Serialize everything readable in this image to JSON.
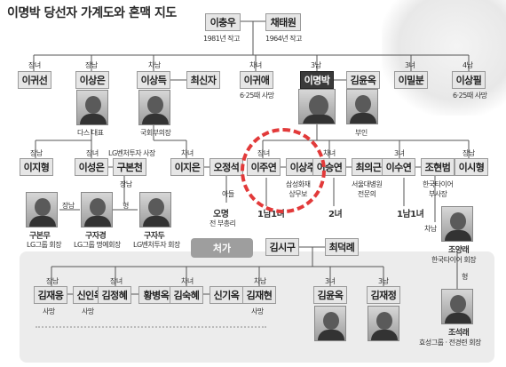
{
  "title": "이명박 당선자 가계도와 혼맥 지도",
  "section_inlaw": "처가",
  "boxes": {
    "father": "이충우",
    "mother": "채태원",
    "lkisun": "이귀선",
    "lsangeun": "이상은",
    "lsangdeuk": "이상득",
    "choisinja": "최신자",
    "lguiae": "이귀애",
    "lmb": "이명박",
    "kimyunok": "김윤옥",
    "lmilbun": "이밀분",
    "lsangpil": "이상필",
    "ljihyung": "이지형",
    "lseongeun": "이성은",
    "koobonchun": "구본천",
    "ljieun": "이지은",
    "ohjungseok": "오정석",
    "ljuyeon": "이주연",
    "lsangju": "이상주",
    "lseungyeon": "이승연",
    "choiwoogeun": "최의근",
    "lsuyeon": "이수연",
    "joheonbeom": "조현범",
    "lsihyung": "이시형",
    "kimsigu": "김시구",
    "choideokrye": "최덕례",
    "kimjaeeung": "김재응",
    "shininok": "신인옥",
    "kimjunghye": "김정혜",
    "hwangbyungok": "황병옥",
    "kimsukhye": "김숙혜",
    "shingiok": "신기옥",
    "kimjaehyun": "김재현",
    "kimyunok2": "김윤옥",
    "kimjaejung": "김재정"
  },
  "labels": {
    "father_year": "1981년 작고",
    "mother_year": "1964년 작고",
    "r_lkisun": "장녀",
    "r_lsangeun": "장남",
    "r_lsangdeuk": "차남",
    "r_lguiae": "차녀",
    "r_lmb": "3남",
    "r_lmilbun": "3녀",
    "r_lsangpil": "4남",
    "n_lsangeun": "다스 대표",
    "n_lsangdeuk": "국회부의장",
    "n_lguiae": "6·25때 사망",
    "n_kimyunok": "부인",
    "n_lsangpil": "6·25때 사망",
    "r_ljihyung": "장남",
    "r_lseongeun": "장녀",
    "n_koobonchun": "LG벤처투자 사장",
    "r_ljieun": "차녀",
    "r_ljuyeon": "장녀",
    "r_lseungyeon": "차녀",
    "r_lsuyeon": "3녀",
    "r_lsihyung": "장남",
    "n_lsangju": "삼성화재\n상무보",
    "n_choiwoogeun": "서울대병원\n전문의",
    "n_joheonbeom": "한국타이어\n부사장",
    "r_jang_son": "장남",
    "r_hyung": "형",
    "r_jangnam2": "장남",
    "r_adeul": "아들",
    "person_koobonmoo": "구본무",
    "n_koobonmoo": "LG그룹 회장",
    "person_koojakyung": "구자경",
    "n_koojakyung": "LG그룹 명예회장",
    "person_koojadu": "구자두",
    "n_koojadu": "LG벤처투자 회장",
    "person_ohmyung": "오명",
    "n_ohmyung": "전 부총리",
    "kids_juyeon": "1남1녀",
    "kids_seungyeon": "2녀",
    "kids_suyeon": "1남1녀",
    "r_chanam": "차남",
    "person_joyanglae": "조양래",
    "n_joyanglae": "한국타이어 회장",
    "r_hyung2": "형",
    "person_joseokrae": "조석래",
    "n_joseokrae": "효성그룹 · 전경련 회장",
    "r_kjaeeung": "장남",
    "r_kjunghye": "장녀",
    "r_ksukhye": "차녀",
    "r_kjaehyun": "차남",
    "r_kyunok2": "3녀",
    "r_kjaejung": "3남",
    "n_kjaeeung": "사망",
    "n_shininok": "사망",
    "n_kjaehyun": "사망"
  }
}
